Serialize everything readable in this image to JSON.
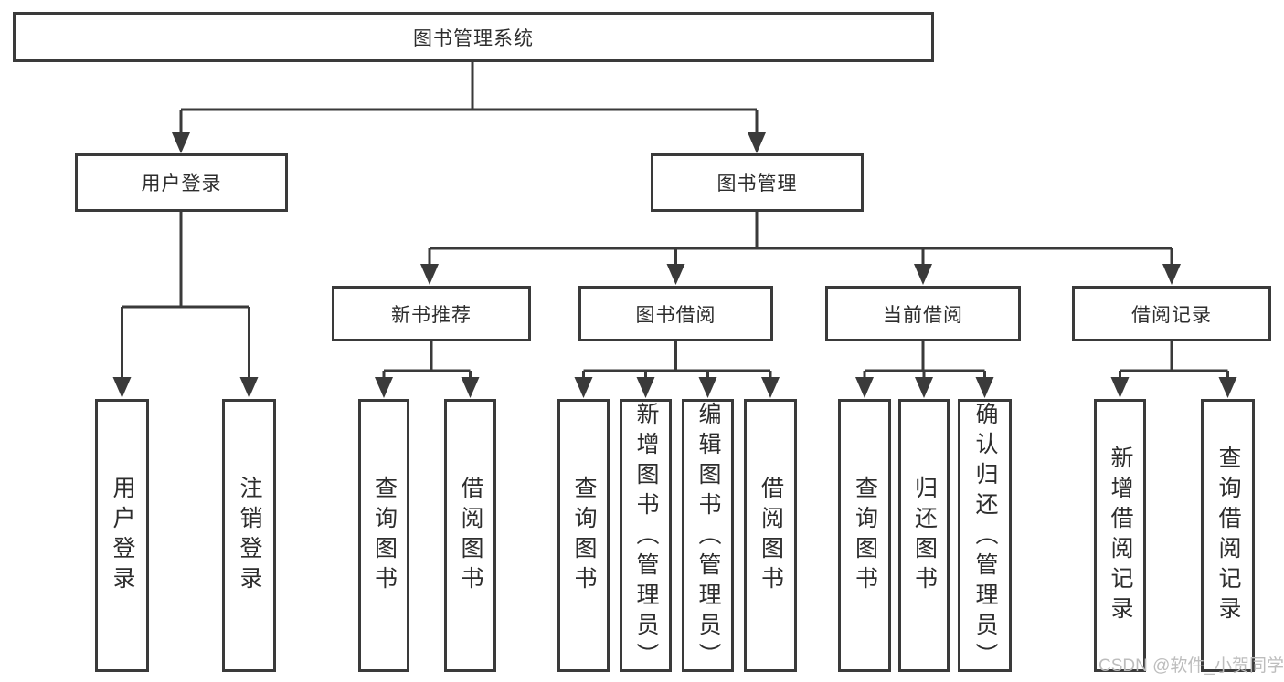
{
  "diagram": {
    "root": "图书管理系统",
    "groups": [
      {
        "parent": "用户登录",
        "leaves": [
          "用户登录",
          "注销登录"
        ]
      },
      {
        "parent": "图书管理",
        "sections": [
          {
            "parent": "新书推荐",
            "leaves": [
              "查询图书",
              "借阅图书"
            ]
          },
          {
            "parent": "图书借阅",
            "leaves": [
              "查询图书",
              "新增图书（管理员）",
              "编辑图书（管理员）",
              "借阅图书"
            ]
          },
          {
            "parent": "当前借阅",
            "leaves": [
              "查询图书",
              "归还图书",
              "确认归还（管理员）"
            ]
          },
          {
            "parent": "借阅记录",
            "leaves": [
              "新增借阅记录",
              "查询借阅记录"
            ]
          }
        ]
      }
    ]
  },
  "watermark": "CSDN @软件_小贺同学",
  "colors": {
    "line": "#3a3a3a",
    "box_border": "#3a3a3a",
    "text": "#2d2d2d",
    "watermark": "#bdbdbd",
    "background": "#ffffff"
  }
}
